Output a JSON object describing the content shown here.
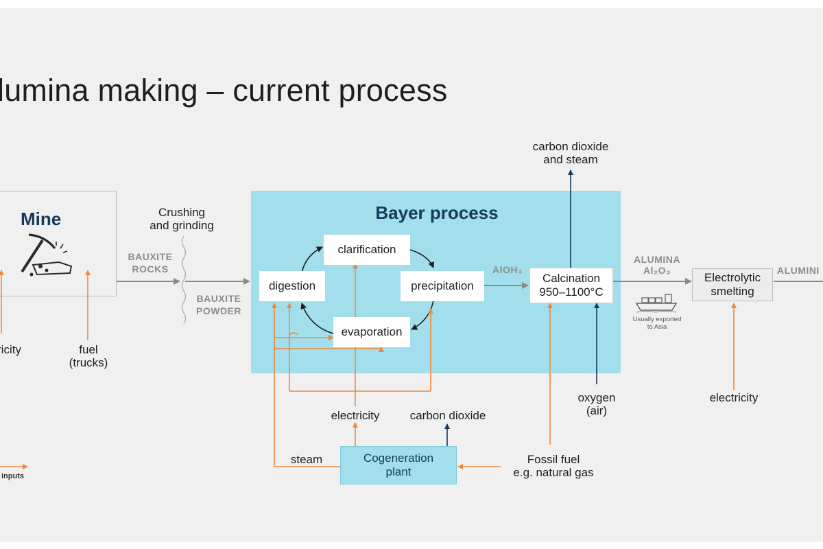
{
  "title": "lumina making – current process",
  "colors": {
    "input_arrow": "#f0883a",
    "output_arrow": "#173a5c",
    "flow_arrow": "#8a8a8a",
    "bayer_fill": "#a2deeb"
  },
  "mine": {
    "title": "Mine",
    "icon": "pickaxe-icon",
    "inputs": {
      "electricity": "ricity",
      "fuel": "fuel\n(trucks)"
    }
  },
  "crushing": "Crushing\nand grinding",
  "bauxite_rocks": "BAUXITE\nROCKS",
  "bauxite_powder": "BAUXITE\nPOWDER",
  "bayer": {
    "title": "Bayer process",
    "steps": {
      "digestion": "digestion",
      "clarification": "clarification",
      "precipitation": "precipitation",
      "evaporation": "evaporation"
    }
  },
  "aloh3": "AlOH₃",
  "calcination": "Calcination\n950–1100°C",
  "co2_steam": "carbon dioxide\nand steam",
  "oxygen": "oxygen\n(air)",
  "alumina_label": "ALUMINA",
  "al2o3": "Al₂O₃",
  "ship_icon": "cargo-ship-icon",
  "exported": "Usually exported\nto Asia",
  "electrolytic": "Electrolytic\nsmelting",
  "smelting_electricity": "electricity",
  "aluminium_label": "ALUMINI",
  "bayer_electricity": "electricity",
  "cogen_co2": "carbon dioxide",
  "steam": "steam",
  "cogeneration": "Cogeneration\nplant",
  "fossil_fuel": "Fossil fuel\ne.g. natural gas",
  "legend_inputs": "inputs"
}
